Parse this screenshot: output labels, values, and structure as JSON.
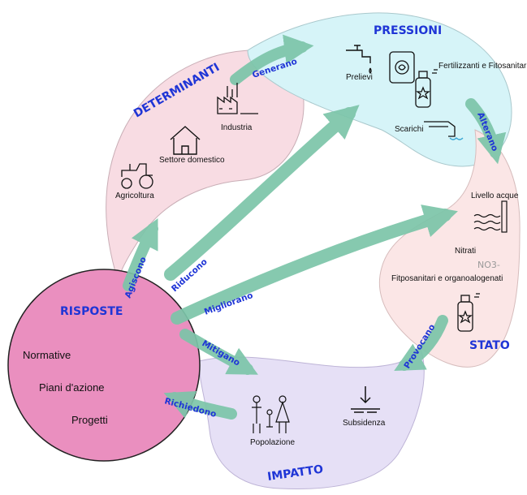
{
  "colors": {
    "accent_blue": "#1f35d6",
    "arrow_green": "#7cc5a9",
    "determinanti_fill": "#f8dce3",
    "pressioni_fill": "#d6f4f8",
    "stato_fill": "#fbe6e6",
    "impatto_fill": "#e6e0f6",
    "risposte_fill": "#ea8fbf"
  },
  "nodes": {
    "determinanti": {
      "title": "DETERMINANTI",
      "items": [
        "Industria",
        "Settore domestico",
        "Agricoltura"
      ]
    },
    "pressioni": {
      "title": "PRESSIONI",
      "items": [
        "Prelievi",
        "Fertilizzanti e Fitosanitari",
        "Scarichi"
      ]
    },
    "stato": {
      "title": "STATO",
      "items": [
        "Livello acque",
        "Nitrati",
        "Fitposanitari e organoalogenati"
      ],
      "formula": "NO3-"
    },
    "impatto": {
      "title": "IMPATTO",
      "items": [
        "Popolazione",
        "Subsidenza"
      ]
    },
    "risposte": {
      "title": "RISPOSTE",
      "items": [
        "Normative",
        "Piani d'azione",
        "Progetti"
      ]
    }
  },
  "arrows": {
    "generano": "Generano",
    "alterano": "Alterano",
    "provocano": "Provocano",
    "richiedono": "Richiedono",
    "agiscono": "Agiscono",
    "riducono": "Riducono",
    "migliorano": "Migliorano",
    "mitigano": "Mitigano"
  },
  "icons": {
    "industria": "factory-icon",
    "settore_domestico": "house-icon",
    "agricoltura": "tractor-icon",
    "prelievi": "faucet-icon",
    "fertilizzanti": "fertilizer-bag-icon",
    "fitosanitari": "spray-can-icon",
    "scarichi": "drain-pipe-icon",
    "livello_acque": "water-level-icon",
    "stato_spray": "spray-can-icon",
    "popolazione": "family-icon",
    "subsidenza": "subsidence-icon"
  }
}
